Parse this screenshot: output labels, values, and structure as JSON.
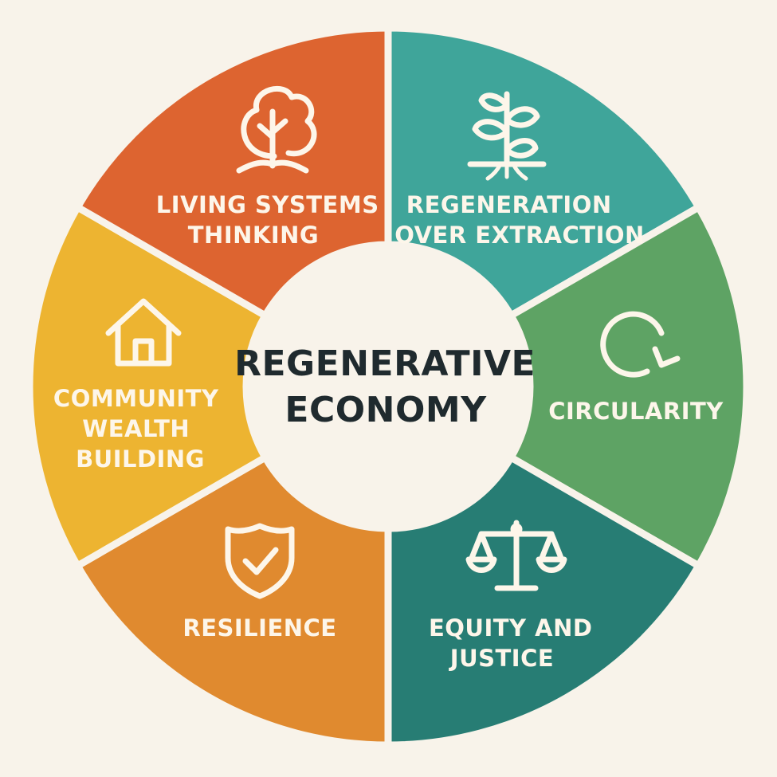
{
  "center": {
    "lines": [
      "REGENERATIVE",
      "ECONOMY"
    ],
    "fill_color": "#f8f3ea",
    "text_color": "#1f2a2e"
  },
  "background_color": "#f8f3ea",
  "segments": [
    {
      "id": "living-systems",
      "lines": [
        "LIVING SYSTEMS",
        "THINKING"
      ],
      "icon": "tree-icon",
      "color": "#3fa59a"
    },
    {
      "id": "regeneration",
      "lines": [
        "REGENERATION",
        "OVER EXTRACTION"
      ],
      "icon": "sprout-icon",
      "color": "#5ea364"
    },
    {
      "id": "circularity",
      "lines": [
        "CIRCULARITY"
      ],
      "icon": "circular-arrow-icon",
      "color": "#277d74"
    },
    {
      "id": "equity",
      "lines": [
        "EQUITY AND",
        "JUSTICE"
      ],
      "icon": "scales-icon",
      "color": "#e08a2f"
    },
    {
      "id": "resilience",
      "lines": [
        "RESILIENCE"
      ],
      "icon": "shield-check-icon",
      "color": "#edb431"
    },
    {
      "id": "community-wealth",
      "lines": [
        "COMMUNITY",
        "WEALTH",
        "BUILDING"
      ],
      "icon": "house-icon",
      "color": "#dd6430"
    }
  ]
}
